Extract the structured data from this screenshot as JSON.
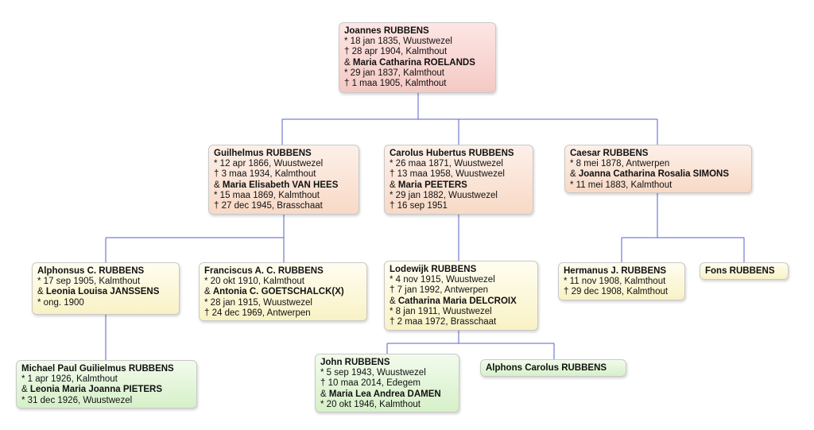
{
  "colors": {
    "connector": "#5562c9"
  },
  "persons": {
    "joannes": [
      {
        "t": "Joannes RUBBENS",
        "b": true
      },
      {
        "t": "* 18 jan 1835, Wuustwezel"
      },
      {
        "t": "† 28 apr 1904, Kalmthout"
      },
      {
        "t": "& ",
        "n": "Maria Catharina ROELANDS"
      },
      {
        "t": "* 29 jan 1837, Kalmthout"
      },
      {
        "t": "† 1 maa 1905, Kalmthout"
      }
    ],
    "guilhelmus": [
      {
        "t": "Guilhelmus RUBBENS",
        "b": true
      },
      {
        "t": "* 12 apr 1866, Wuustwezel"
      },
      {
        "t": "† 3 maa 1934, Kalmthout"
      },
      {
        "t": "& ",
        "n": "Maria Elisabeth VAN HEES"
      },
      {
        "t": "* 15 maa 1869, Kalmthout"
      },
      {
        "t": "† 27 dec 1945, Brasschaat"
      }
    ],
    "carolus": [
      {
        "t": "Carolus Hubertus RUBBENS",
        "b": true
      },
      {
        "t": "* 26 maa 1871, Wuustwezel"
      },
      {
        "t": "† 13 maa 1958, Wuustwezel"
      },
      {
        "t": "& ",
        "n": "Maria PEETERS"
      },
      {
        "t": "* 29 jan 1882, Wuustwezel"
      },
      {
        "t": "† 16 sep 1951"
      }
    ],
    "caesar": [
      {
        "t": "Caesar RUBBENS",
        "b": true
      },
      {
        "t": "* 8 mei 1878, Antwerpen"
      },
      {
        "t": "& ",
        "n": "Joanna Catharina Rosalia SIMONS"
      },
      {
        "t": "* 11 mei 1883, Kalmthout"
      }
    ],
    "alphonsus": [
      {
        "t": "Alphonsus C. RUBBENS",
        "b": true
      },
      {
        "t": "* 17 sep 1905, Kalmthout"
      },
      {
        "t": "& ",
        "n": "Leonia Louisa JANSSENS"
      },
      {
        "t": "* ong. 1900"
      }
    ],
    "franciscus": [
      {
        "t": "Franciscus A. C. RUBBENS",
        "b": true
      },
      {
        "t": "* 20 okt 1910, Kalmthout"
      },
      {
        "t": "& ",
        "n": "Antonia C. GOETSCHALCK(X)"
      },
      {
        "t": "* 28 jan 1915, Wuustwezel"
      },
      {
        "t": "† 24 dec 1969, Antwerpen"
      }
    ],
    "lodewijk": [
      {
        "t": "Lodewijk RUBBENS",
        "b": true
      },
      {
        "t": "* 4 nov 1915, Wuustwezel"
      },
      {
        "t": "† 7 jan 1992, Antwerpen"
      },
      {
        "t": "& ",
        "n": "Catharina Maria DELCROIX"
      },
      {
        "t": "* 8 jan 1911, Wuustwezel"
      },
      {
        "t": "† 2 maa 1972, Brasschaat"
      }
    ],
    "hermanus": [
      {
        "t": "Hermanus J. RUBBENS",
        "b": true
      },
      {
        "t": "* 11 nov 1908, Kalmthout"
      },
      {
        "t": "† 29 dec 1908, Kalmthout"
      }
    ],
    "fons": [
      {
        "t": "Fons RUBBENS",
        "b": true
      }
    ],
    "michael": [
      {
        "t": "Michael Paul Guilielmus RUBBENS",
        "b": true
      },
      {
        "t": "* 1 apr 1926, Kalmthout"
      },
      {
        "t": "& ",
        "n": "Leonia Maria Joanna PIETERS"
      },
      {
        "t": "* 31 dec 1926, Wuustwezel"
      }
    ],
    "john": [
      {
        "t": "John RUBBENS",
        "b": true
      },
      {
        "t": "* 5 sep 1943, Wuustwezel"
      },
      {
        "t": "† 10 maa 2014, Edegem"
      },
      {
        "t": "& ",
        "n": "Maria Lea Andrea DAMEN"
      },
      {
        "t": "* 20 okt 1946, Kalmthout"
      }
    ],
    "alphons_carolus": [
      {
        "t": "Alphons Carolus RUBBENS",
        "b": true
      }
    ]
  }
}
